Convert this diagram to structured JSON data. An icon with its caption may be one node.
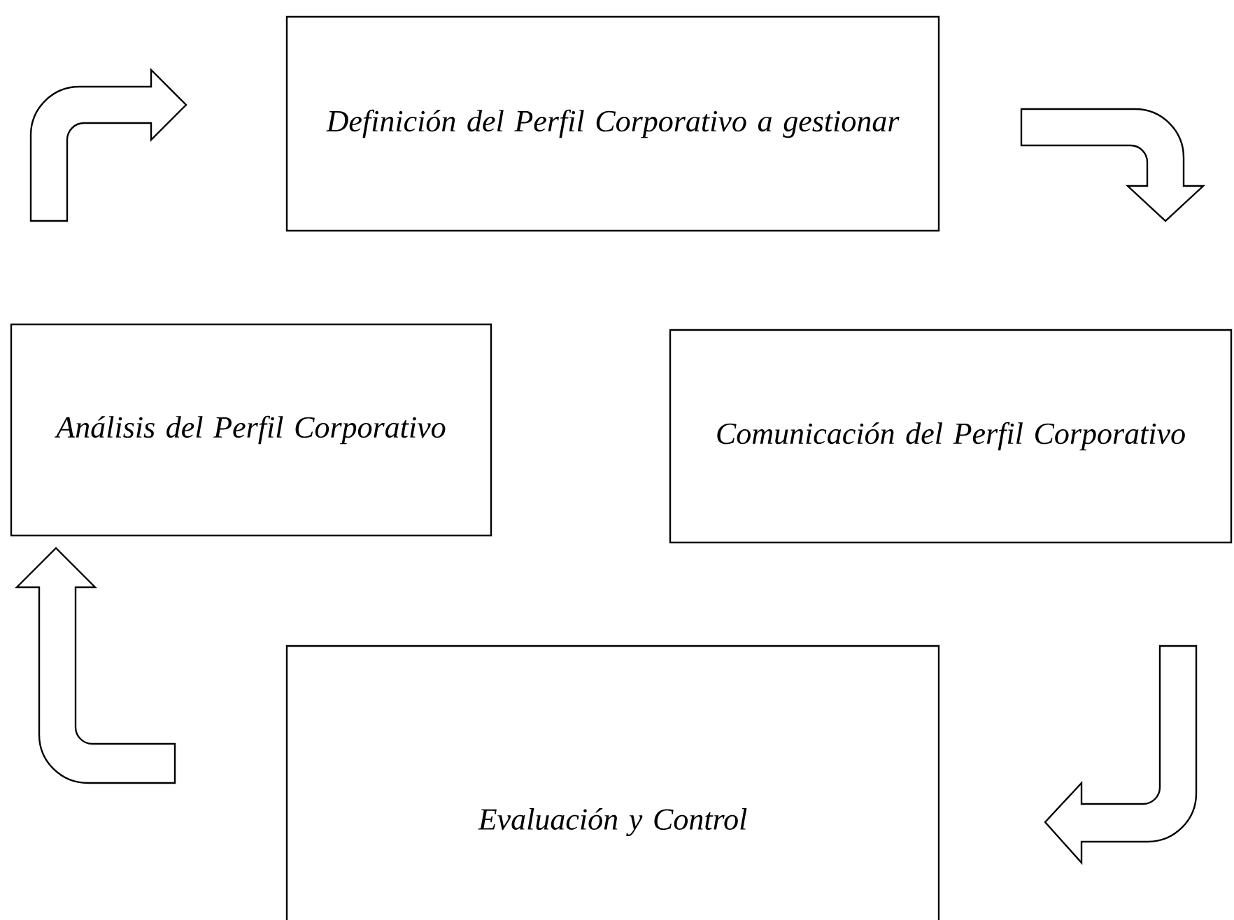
{
  "diagram": {
    "nodes": [
      {
        "text": [
          "Definición del Perfil Corporativo a gestionar"
        ]
      },
      {
        "text": [
          "Análisis del Perfil Corporativo"
        ]
      },
      {
        "text": [
          "Comunicación del Perfil Corporativo"
        ]
      },
      {
        "text": [
          "Evaluación y Control"
        ]
      }
    ],
    "edges": [
      {
        "from": 1,
        "to": 0,
        "arrow": "to"
      },
      {
        "from": 0,
        "to": 2,
        "arrow": "to"
      },
      {
        "from": 2,
        "to": 3,
        "arrow": "to"
      },
      {
        "from": 3,
        "to": 1,
        "arrow": "to"
      }
    ]
  }
}
